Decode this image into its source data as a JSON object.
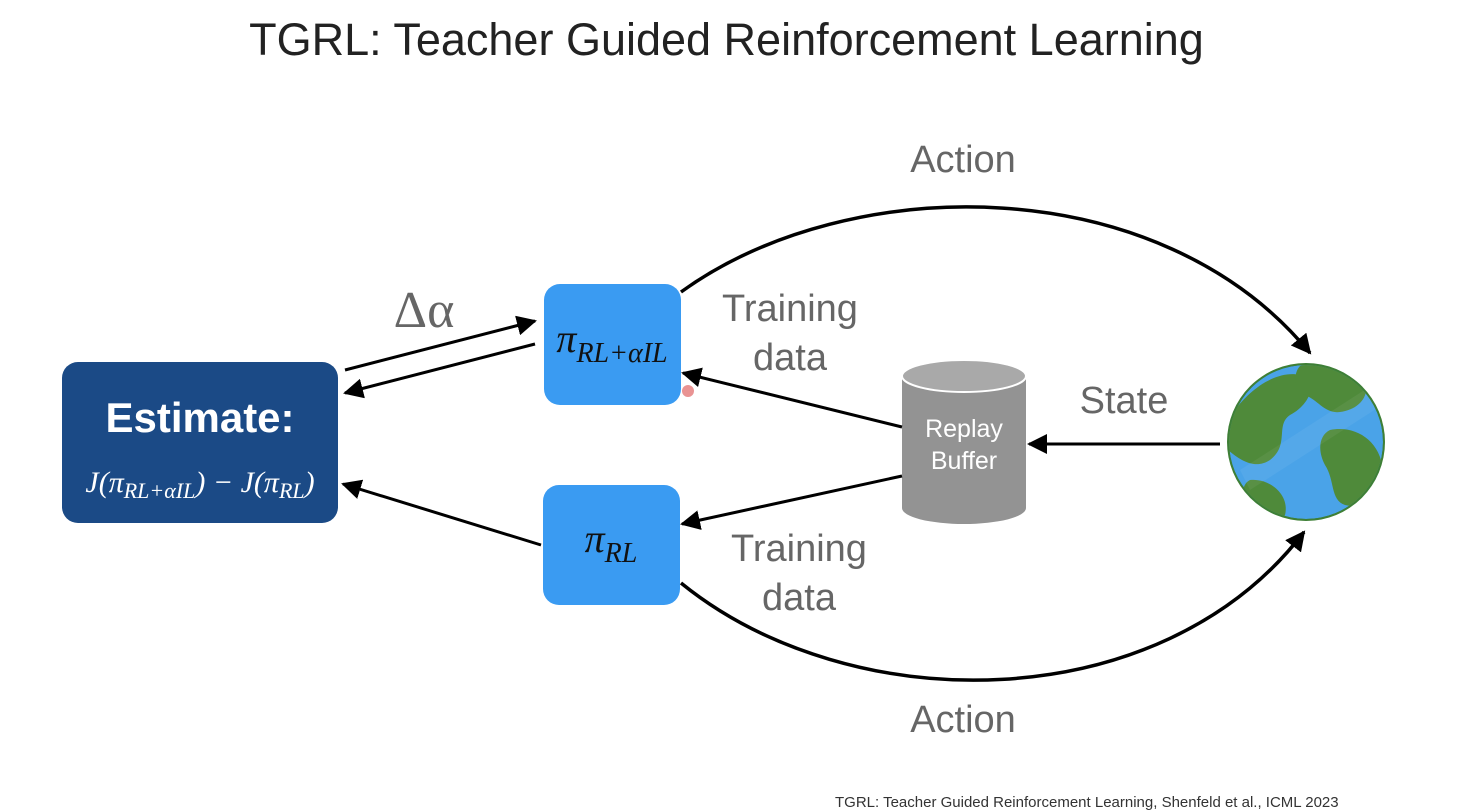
{
  "slide": {
    "title": "TGRL: Teacher Guided Reinforcement Learning",
    "footer": "TGRL: Teacher Guided Reinforcement Learning, Shenfeld et al., ICML 2023"
  },
  "estimate_box": {
    "heading": "Estimate:",
    "formula": {
      "j1": "J(",
      "pi1": "π",
      "sub1": "RL+αIL",
      "mid": ") − J(",
      "pi2": "π",
      "sub2": "RL",
      "end": ")"
    }
  },
  "policy_top": {
    "pi": "π",
    "sub": "RL+αIL"
  },
  "policy_bottom": {
    "pi": "π",
    "sub": "RL"
  },
  "delta_alpha": "Δα",
  "replay_buffer": {
    "line1": "Replay",
    "line2": "Buffer"
  },
  "labels": {
    "action_top": "Action",
    "action_bottom": "Action",
    "state": "State",
    "training_top_1": "Training",
    "training_top_2": "data",
    "training_bottom_1": "Training",
    "training_bottom_2": "data"
  },
  "colors": {
    "estimate_fill": "#1b4a86",
    "policy_fill": "#3a9bf2",
    "buffer_fill": "#939393",
    "ocean": "#4aa3e8",
    "land": "#4f8a3a",
    "arrow": "#000000",
    "label": "#666666"
  },
  "icons": {
    "environment": "earth-globe-icon",
    "buffer": "database-cylinder-icon"
  }
}
